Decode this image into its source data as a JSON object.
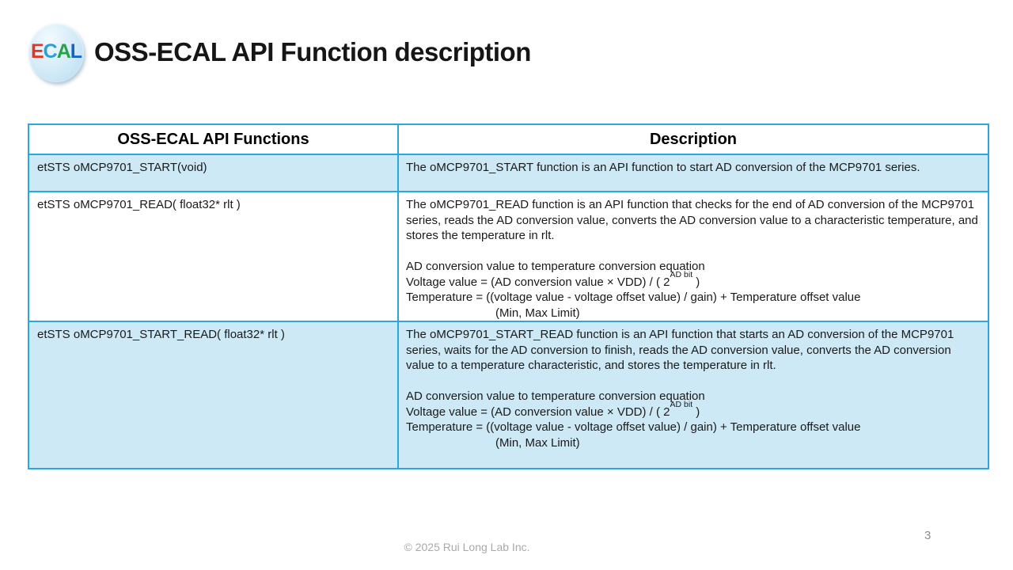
{
  "slide": {
    "logo": {
      "letters": [
        {
          "ch": "E",
          "color": "#e53521"
        },
        {
          "ch": "C",
          "color": "#2a9fd8"
        },
        {
          "ch": "A",
          "color": "#2aa24b"
        },
        {
          "ch": "L",
          "color": "#1663c7"
        }
      ]
    },
    "title": "OSS-ECAL API Function description",
    "footer": {
      "copyright": "© 2025 Rui Long Lab Inc.",
      "page_number": "3"
    }
  },
  "table": {
    "headers": {
      "functions": "OSS-ECAL API Functions",
      "description": "Description"
    },
    "equation": {
      "heading": "AD conversion value to temperature conversion equation",
      "voltage_prefix": "Voltage value = (AD conversion value × VDD) / ( 2",
      "voltage_sup": "AD bit",
      "voltage_suffix": " )",
      "temperature_line": "Temperature = ((voltage value - voltage offset value) / gain) + Temperature offset value",
      "limit_line": "(Min, Max Limit)"
    },
    "rows": [
      {
        "function": "etSTS oMCP9701_START(void)",
        "description": "The oMCP9701_START function is an API function to start AD conversion of the MCP9701 series."
      },
      {
        "function": "etSTS oMCP9701_READ( float32* rlt )",
        "description": "The oMCP9701_READ function is an API function that checks for the end of AD conversion of the MCP9701 series, reads the AD conversion value, converts the AD conversion value to a characteristic temperature, and stores the temperature in rlt."
      },
      {
        "function": "etSTS oMCP9701_START_READ( float32* rlt )",
        "description": "The oMCP9701_START_READ function is an API function that starts an AD conversion of the MCP9701 series, waits for the AD conversion to finish, reads the AD conversion value, converts the AD conversion value to a temperature characteristic, and stores the temperature in rlt."
      }
    ],
    "colors": {
      "border": "#2aa8de",
      "row_highlight": "#cde9f6"
    }
  }
}
